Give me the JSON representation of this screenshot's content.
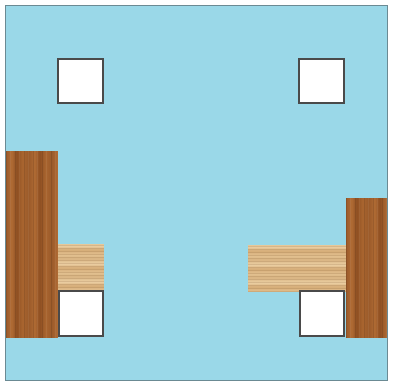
{
  "board": {
    "background_color": "#9ad8e8"
  },
  "slots": [
    {
      "name": "slot-top-left",
      "icon": "empty-square"
    },
    {
      "name": "slot-top-right",
      "icon": "empty-square"
    },
    {
      "name": "slot-bottom-left",
      "icon": "empty-square"
    },
    {
      "name": "slot-bottom-right",
      "icon": "empty-square"
    }
  ],
  "pieces": [
    {
      "name": "left-post",
      "material": "dark-wood",
      "color": "#a9652f"
    },
    {
      "name": "left-plank",
      "material": "light-wood",
      "color": "#e2c08f"
    },
    {
      "name": "right-post",
      "material": "dark-wood",
      "color": "#a9652f"
    },
    {
      "name": "right-plank",
      "material": "light-wood",
      "color": "#e2c08f"
    }
  ]
}
